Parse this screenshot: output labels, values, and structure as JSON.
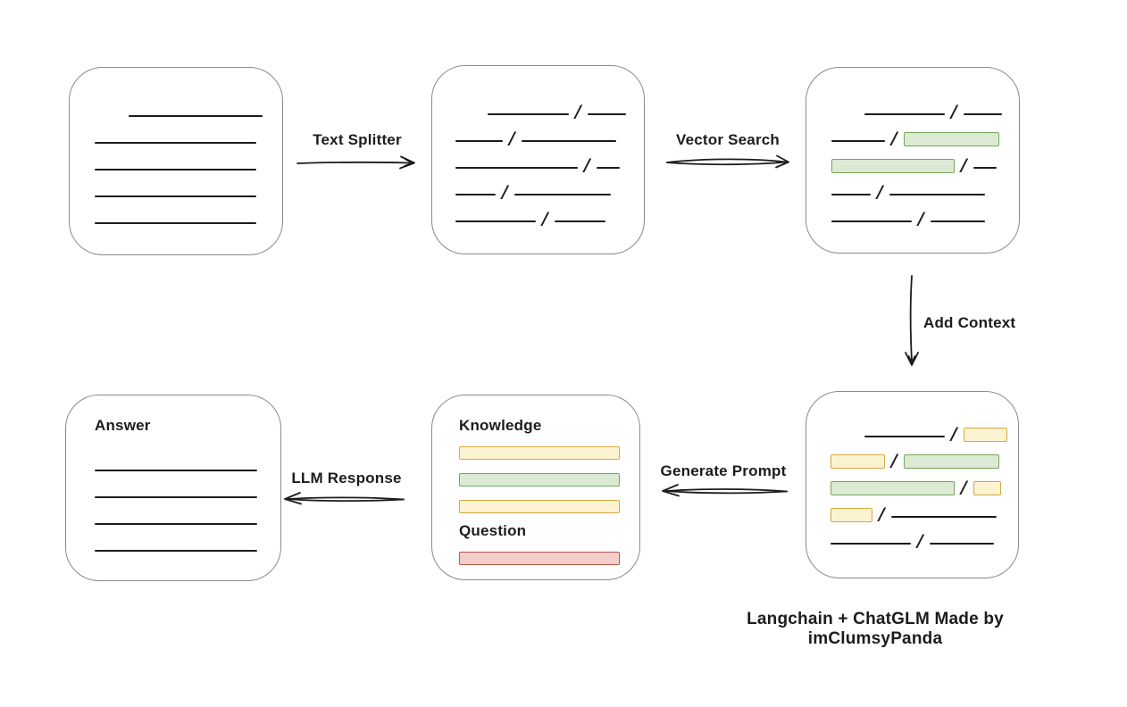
{
  "diagram": {
    "caption": "Langchain + ChatGLM Made by imClumsyPanda",
    "colors": {
      "line": "#1c1c1c",
      "box_border": "#8b8b8b",
      "green_fill": "#dcead3",
      "green_border": "#77a75c",
      "yellow_fill": "#fcf3d3",
      "yellow_border": "#d7a83f",
      "red_fill": "#f4cfca",
      "red_border": "#bd544c"
    },
    "arrows": [
      {
        "id": "text-splitter",
        "label": "Text Splitter",
        "direction": "right"
      },
      {
        "id": "vector-search",
        "label": "Vector Search",
        "direction": "right"
      },
      {
        "id": "add-context",
        "label": "Add Context",
        "direction": "down"
      },
      {
        "id": "generate-prompt",
        "label": "Generate Prompt",
        "direction": "left"
      },
      {
        "id": "llm-response",
        "label": "LLM Response",
        "direction": "left"
      }
    ],
    "boxes": [
      {
        "id": "source-document",
        "rows": [
          [
            {
              "k": "gap",
              "w": 31
            },
            {
              "k": "line",
              "w": 150
            }
          ],
          [
            {
              "k": "line",
              "w": 181
            }
          ],
          [
            {
              "k": "line",
              "w": 181
            }
          ],
          [
            {
              "k": "line",
              "w": 181
            }
          ],
          [
            {
              "k": "line",
              "w": 181
            }
          ]
        ]
      },
      {
        "id": "split-chunks",
        "rows": [
          [
            {
              "k": "gap",
              "w": 29
            },
            {
              "k": "line",
              "w": 91
            },
            {
              "k": "slash",
              "text": "/"
            },
            {
              "k": "line",
              "w": 43
            }
          ],
          [
            {
              "k": "line",
              "w": 53
            },
            {
              "k": "slash",
              "text": "/"
            },
            {
              "k": "line",
              "w": 106
            }
          ],
          [
            {
              "k": "line",
              "w": 137
            },
            {
              "k": "slash",
              "text": "/"
            },
            {
              "k": "line",
              "w": 26
            }
          ],
          [
            {
              "k": "line",
              "w": 45
            },
            {
              "k": "slash",
              "text": "/"
            },
            {
              "k": "line",
              "w": 108
            }
          ],
          [
            {
              "k": "line",
              "w": 90
            },
            {
              "k": "slash",
              "text": "/"
            },
            {
              "k": "line",
              "w": 57
            }
          ]
        ]
      },
      {
        "id": "retrieved-chunks",
        "rows": [
          [
            {
              "k": "gap",
              "w": 30
            },
            {
              "k": "line",
              "w": 90
            },
            {
              "k": "slash",
              "text": "/"
            },
            {
              "k": "line",
              "w": 43
            }
          ],
          [
            {
              "k": "line",
              "w": 60
            },
            {
              "k": "slash",
              "text": "/"
            },
            {
              "k": "chunk",
              "color": "green",
              "w": 107
            }
          ],
          [
            {
              "k": "chunk",
              "color": "green",
              "w": 138
            },
            {
              "k": "slash",
              "text": "/"
            },
            {
              "k": "line",
              "w": 26
            }
          ],
          [
            {
              "k": "line",
              "w": 44
            },
            {
              "k": "slash",
              "text": "/"
            },
            {
              "k": "line",
              "w": 107
            }
          ],
          [
            {
              "k": "line",
              "w": 90
            },
            {
              "k": "slash",
              "text": "/"
            },
            {
              "k": "line",
              "w": 61
            }
          ]
        ]
      },
      {
        "id": "context-chunks",
        "rows": [
          [
            {
              "k": "gap",
              "w": 31
            },
            {
              "k": "line",
              "w": 90
            },
            {
              "k": "slash",
              "text": "/"
            },
            {
              "k": "chunk",
              "color": "yellow",
              "w": 49
            }
          ],
          [
            {
              "k": "chunk",
              "color": "yellow",
              "w": 61
            },
            {
              "k": "slash",
              "text": "/"
            },
            {
              "k": "chunk",
              "color": "green",
              "w": 107
            }
          ],
          [
            {
              "k": "chunk",
              "color": "green",
              "w": 139
            },
            {
              "k": "slash",
              "text": "/"
            },
            {
              "k": "chunk",
              "color": "yellow",
              "w": 31
            }
          ],
          [
            {
              "k": "chunk",
              "color": "yellow",
              "w": 47
            },
            {
              "k": "slash",
              "text": "/"
            },
            {
              "k": "line",
              "w": 118
            }
          ],
          [
            {
              "k": "line",
              "w": 90
            },
            {
              "k": "slash",
              "text": "/"
            },
            {
              "k": "line",
              "w": 72
            }
          ]
        ]
      },
      {
        "id": "prompt",
        "rows": [
          [
            {
              "k": "label",
              "text": "Knowledge",
              "name": "knowledge-label"
            }
          ],
          [
            {
              "k": "bar",
              "color": "yellow"
            }
          ],
          [
            {
              "k": "bar",
              "color": "green"
            }
          ],
          [
            {
              "k": "bar",
              "color": "yellow"
            }
          ],
          [
            {
              "k": "label",
              "text": "Question",
              "name": "question-label"
            }
          ],
          [
            {
              "k": "bar",
              "color": "red"
            }
          ]
        ]
      },
      {
        "id": "answer",
        "rows": [
          [
            {
              "k": "label",
              "text": "Answer",
              "name": "answer-label"
            }
          ],
          [
            {
              "k": "line",
              "w": 182
            }
          ],
          [
            {
              "k": "line",
              "w": 182
            }
          ],
          [
            {
              "k": "line",
              "w": 182
            }
          ],
          [
            {
              "k": "line",
              "w": 182
            }
          ]
        ]
      }
    ]
  }
}
